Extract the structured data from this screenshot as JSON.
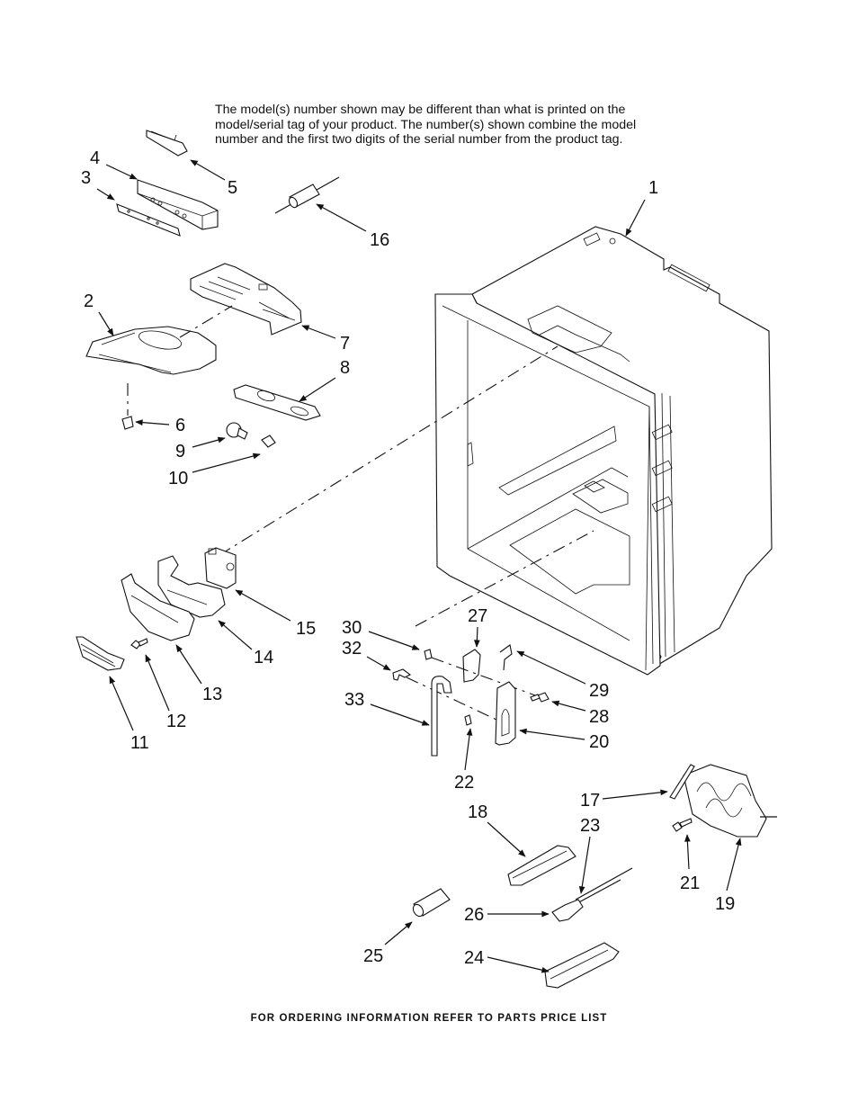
{
  "header": {
    "note_lines": [
      "The model(s) number shown may be different than what is printed on the",
      "model/serial tag of your product. The number(s) shown combine the model",
      "number and the first two digits of the serial number from the product tag."
    ]
  },
  "callouts": {
    "p1": "1",
    "p2": "2",
    "p3": "3",
    "p4": "4",
    "p5": "5",
    "p6": "6",
    "p7": "7",
    "p8": "8",
    "p9": "9",
    "p10": "10",
    "p11": "11",
    "p12": "12",
    "p13": "13",
    "p14": "14",
    "p15": "15",
    "p16": "16",
    "p17": "17",
    "p18": "18",
    "p19": "19",
    "p20": "20",
    "p21": "21",
    "p22": "22",
    "p23": "23",
    "p24": "24",
    "p25": "25",
    "p26": "26",
    "p27": "27",
    "p28": "28",
    "p29": "29",
    "p30": "30",
    "p32": "32",
    "p33": "33"
  },
  "footer": {
    "text": "FOR ORDERING INFORMATION REFER TO PARTS PRICE LIST"
  }
}
